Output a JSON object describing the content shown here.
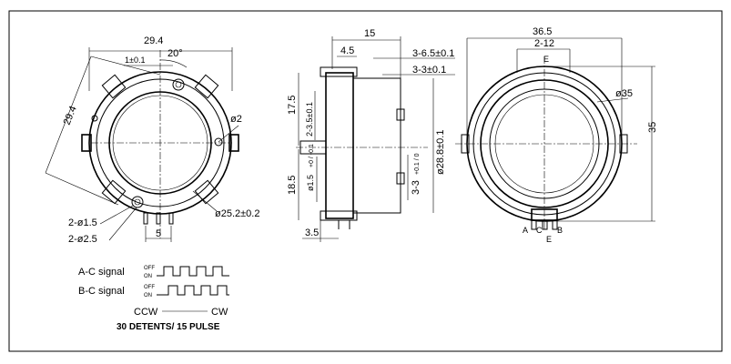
{
  "front_view": {
    "width_dim": "29.4",
    "diag_dim": "29.4",
    "offset_dim": "1±0.1",
    "angle_dim": "20°",
    "hole_dim": "ø2",
    "ring_dim": "ø25.2±0.2",
    "hole_a": "2-ø1.5",
    "hole_b": "2-ø2.5",
    "pin_pitch": "5"
  },
  "side_view": {
    "top_width": "15",
    "flange": "4.5",
    "slot_a": "3-6.5±0.1",
    "slot_b": "3-3±0.1",
    "upper_height": "17.5",
    "lower_height": "18.5",
    "pin_dim": "2-3.5±0.1",
    "shaft_dia": "ø1.5",
    "shaft_tol": "+0 / -0.1",
    "bore_dia": "ø28.8±0.1",
    "tab_dim": "3-3",
    "tab_tol": "+0.1 / 0",
    "base_dim": "3.5"
  },
  "back_view": {
    "width": "36.5",
    "slot": "2-12",
    "ring_dia": "ø35",
    "height": "35",
    "label_e_top": "E",
    "label_a": "A",
    "label_c": "C",
    "label_b": "B",
    "label_e_bottom": "E"
  },
  "signals": {
    "ac_label": "A-C signal",
    "bc_label": "B-C signal",
    "off": "OFF",
    "on": "ON",
    "ccw": "CCW",
    "cw": "CW",
    "note": "30 DETENTS/ 15 PULSE"
  }
}
